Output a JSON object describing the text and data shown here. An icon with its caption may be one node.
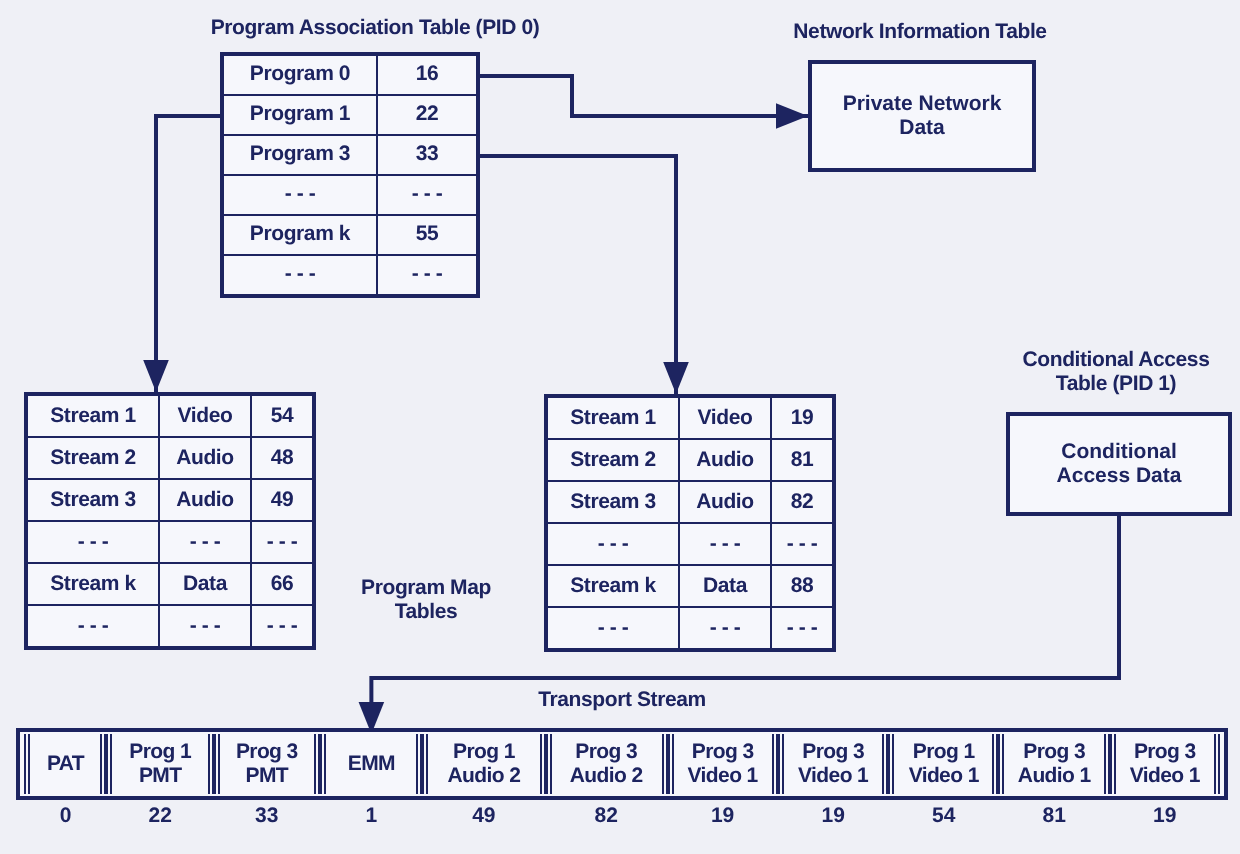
{
  "diagram": {
    "nodes": [
      {
        "text": [
          "Program Association Table (PID 0)"
        ]
      },
      {
        "text": [
          "Program 0",
          "16"
        ],
        "in": 0
      },
      {
        "text": [
          "Program 1",
          "22"
        ],
        "in": 0
      },
      {
        "text": [
          "Program 3",
          "33"
        ],
        "in": 0
      },
      {
        "text": [
          "- - -",
          "- - -"
        ],
        "in": 0
      },
      {
        "text": [
          "Program k",
          "55"
        ],
        "in": 0
      },
      {
        "text": [
          "- - -",
          "- - -"
        ],
        "in": 0
      },
      {
        "text": [
          "Network Information Table",
          "Private Network Data"
        ]
      },
      {
        "text": [],
        "shape": "box"
      },
      {
        "text": [
          "Stream 1",
          "Video",
          "54"
        ],
        "in": 8
      },
      {
        "text": [
          "Stream 2",
          "Audio",
          "48"
        ],
        "in": 8
      },
      {
        "text": [
          "Stream 3",
          "Audio",
          "49"
        ],
        "in": 8
      },
      {
        "text": [
          "- - -",
          "- - -",
          "- - -"
        ],
        "in": 8
      },
      {
        "text": [
          "Stream k",
          "Data",
          "66"
        ],
        "in": 8
      },
      {
        "text": [
          "- - -",
          "- - -",
          "- - -"
        ],
        "in": 8
      },
      {
        "text": [],
        "shape": "box"
      },
      {
        "text": [
          "Stream 1",
          "Video",
          "19"
        ],
        "in": 15
      },
      {
        "text": [
          "Stream 2",
          "Audio",
          "81"
        ],
        "in": 15
      },
      {
        "text": [
          "Stream 3",
          "Audio",
          "82"
        ],
        "in": 15
      },
      {
        "text": [
          "- - -",
          "- - -",
          "- - -"
        ],
        "in": 15
      },
      {
        "text": [
          "Stream k",
          "Data",
          "88"
        ],
        "in": 15
      },
      {
        "text": [
          "- - -",
          "- - -",
          "- - -"
        ],
        "in": 15
      },
      {
        "text": [
          "Conditional Access Table (PID 1)",
          "Conditional Access Data"
        ]
      },
      {
        "text": [
          "Transport Stream"
        ]
      },
      {
        "text": [
          "PAT"
        ],
        "in": 23,
        "beside": [
          "0"
        ]
      },
      {
        "text": [
          "Prog 1 PMT"
        ],
        "in": 23,
        "beside": [
          "22"
        ]
      },
      {
        "text": [
          "Prog 3 PMT"
        ],
        "in": 23,
        "beside": [
          "33"
        ]
      },
      {
        "text": [
          "EMM"
        ],
        "in": 23,
        "beside": [
          "1"
        ]
      },
      {
        "text": [
          "Prog 1 Audio 2"
        ],
        "in": 23,
        "beside": [
          "49"
        ]
      },
      {
        "text": [
          "Prog 3 Audio 2"
        ],
        "in": 23,
        "beside": [
          "82"
        ]
      },
      {
        "text": [
          "Prog 3 Video 1"
        ],
        "in": 23,
        "beside": [
          "19"
        ]
      },
      {
        "text": [
          "Prog 3 Video 1"
        ],
        "in": 23,
        "beside": [
          "19"
        ]
      },
      {
        "text": [
          "Prog 1 Video 1"
        ],
        "in": 23,
        "beside": [
          "54"
        ]
      },
      {
        "text": [
          "Prog 3 Audio 1"
        ],
        "in": 23,
        "beside": [
          "81"
        ]
      },
      {
        "text": [
          "Prog 3 Video 1"
        ],
        "in": 23,
        "beside": [
          "19"
        ]
      }
    ],
    "edges": [
      {
        "from": 1,
        "to": 7,
        "arrow": "to"
      },
      {
        "from": 2,
        "to": 8,
        "arrow": "to"
      },
      {
        "from": 3,
        "to": 15,
        "arrow": "to"
      },
      {
        "from": 22,
        "to": 27,
        "arrow": "to"
      }
    ],
    "labels": [
      "Program Map Tables"
    ]
  }
}
